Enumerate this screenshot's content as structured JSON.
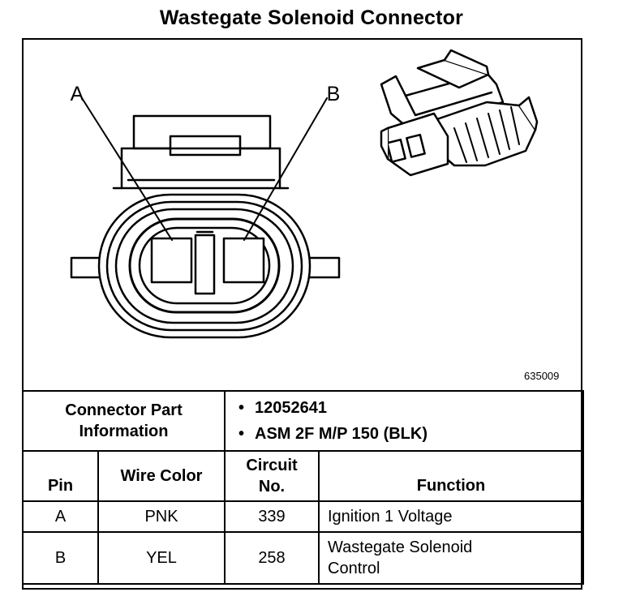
{
  "title": "Wastegate Solenoid Connector",
  "diagram": {
    "pin_label_a": "A",
    "pin_label_b": "B",
    "figure_number": "635009"
  },
  "part_info": {
    "label": "Connector Part Information",
    "values": [
      "12052641",
      "ASM 2F M/P 150 (BLK)"
    ]
  },
  "table": {
    "headers": {
      "pin": "Pin",
      "wire_color": "Wire Color",
      "circuit": "Circuit No.",
      "function": "Function"
    },
    "rows": [
      {
        "pin": "A",
        "wire_color": "PNK",
        "circuit": "339",
        "function": "Ignition 1 Voltage"
      },
      {
        "pin": "B",
        "wire_color": "YEL",
        "circuit": "258",
        "function": "Wastegate Solenoid Control"
      }
    ]
  }
}
